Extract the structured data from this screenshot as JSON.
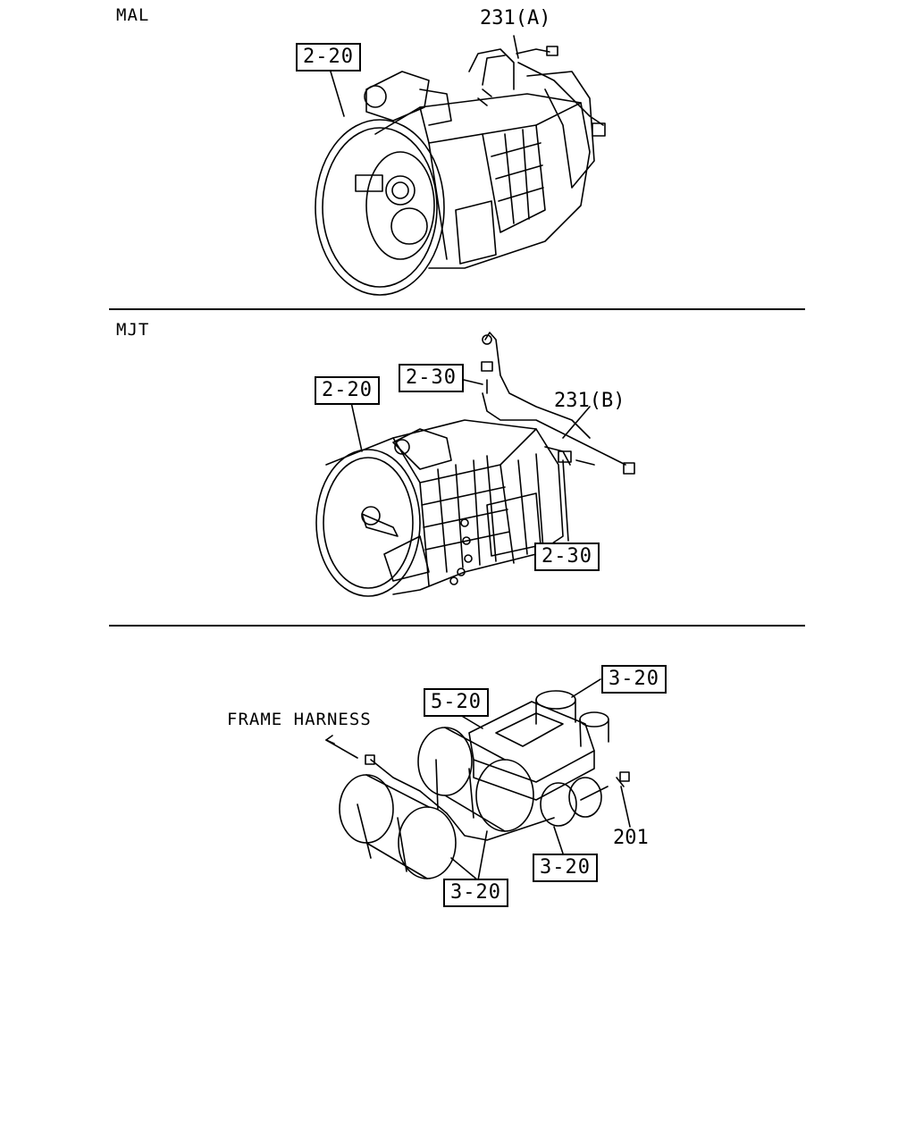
{
  "sections": {
    "mal": {
      "label": "MAL",
      "ref_box": "2-20",
      "harness_callout": "231(A)"
    },
    "mjt": {
      "label": "MJT",
      "ref_box": "2-20",
      "sensor_box_top": "2-30",
      "sensor_box_bottom": "2-30",
      "harness_callout": "231(B)"
    },
    "tanks": {
      "frame_label": "FRAME HARNESS",
      "box_center": "5-20",
      "box_top_right": "3-20",
      "box_right": "3-20",
      "box_bottom": "3-20",
      "part_callout": "201"
    }
  }
}
